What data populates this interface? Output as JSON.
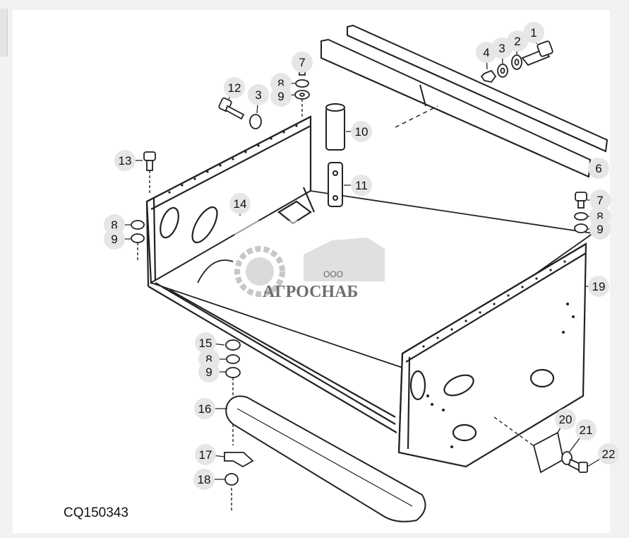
{
  "diagram": {
    "part_code": "CQ150343",
    "callouts": [
      "1",
      "2",
      "3",
      "4",
      "6",
      "7",
      "8",
      "9",
      "10",
      "11",
      "12",
      "13",
      "14",
      "15",
      "16",
      "17",
      "18",
      "19",
      "20",
      "21",
      "22"
    ],
    "watermark": {
      "prefix": "ООО",
      "brand": "АГРОСНАБ"
    }
  }
}
